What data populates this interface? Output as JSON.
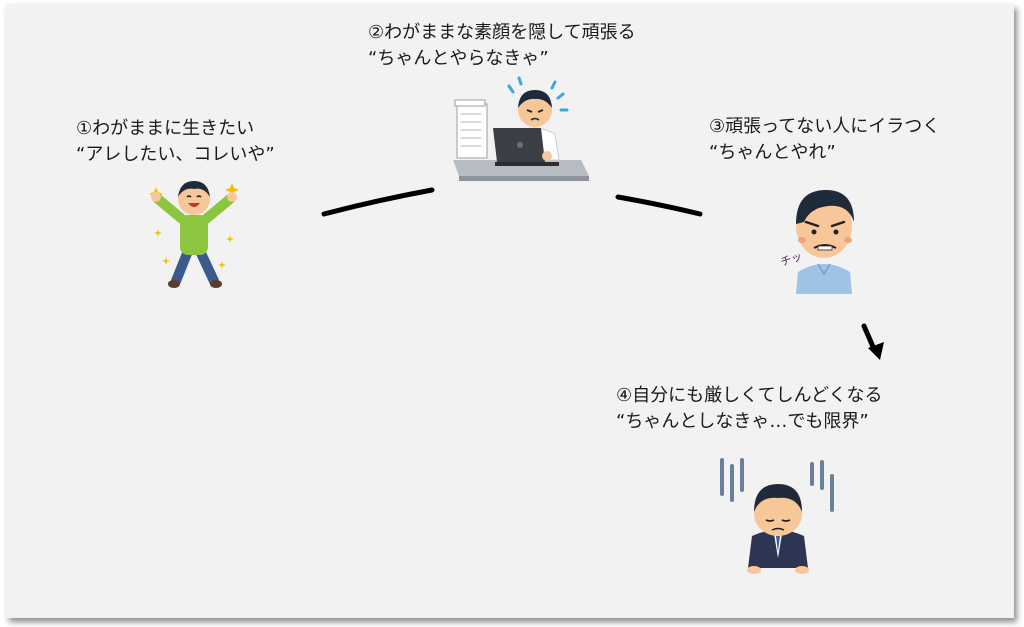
{
  "steps": [
    {
      "title": "①わがままに生きたい",
      "quote": "“アレしたい、コレいや”"
    },
    {
      "title": "②わがままな素顔を隠して頑張る",
      "quote": "“ちゃんとやらなきゃ”"
    },
    {
      "title": "③頑張ってない人にイラつく",
      "quote": "“ちゃんとやれ”"
    },
    {
      "title": "④自分にも厳しくてしんどくなる",
      "quote": "“ちゃんとしなきゃ…でも限界”"
    }
  ],
  "illustrations": {
    "sound_text": "チッ"
  },
  "colors": {
    "background": "#f2f2f2",
    "text": "#1a1a1a",
    "arrow": "#000000",
    "green_shirt": "#8cc63f",
    "blue_shirt": "#9ec3e6",
    "skin": "#f7c79a",
    "hair": "#1f2b3a"
  }
}
